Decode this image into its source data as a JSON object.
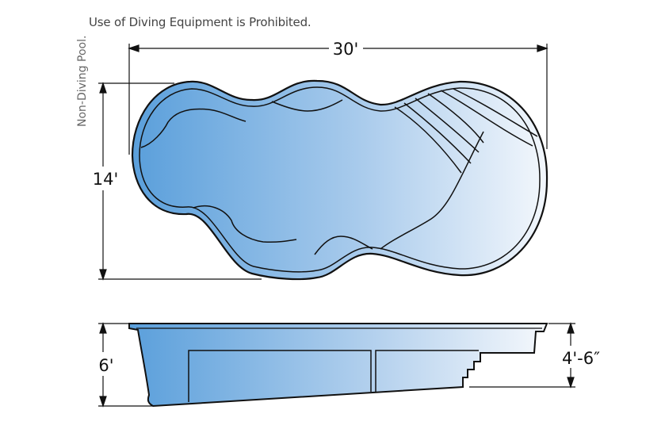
{
  "notice": "Use of Diving Equipment is Prohibited.",
  "pool_type_label": "Non-Diving Pool.",
  "dimensions": {
    "length": "30'",
    "width": "14'",
    "deep_end_depth": "6'",
    "shallow_end_depth": "4'-6″"
  },
  "colors": {
    "water_deep": "#5a9fdb",
    "water_shallow": "#eef4fb",
    "outline": "#111111"
  }
}
